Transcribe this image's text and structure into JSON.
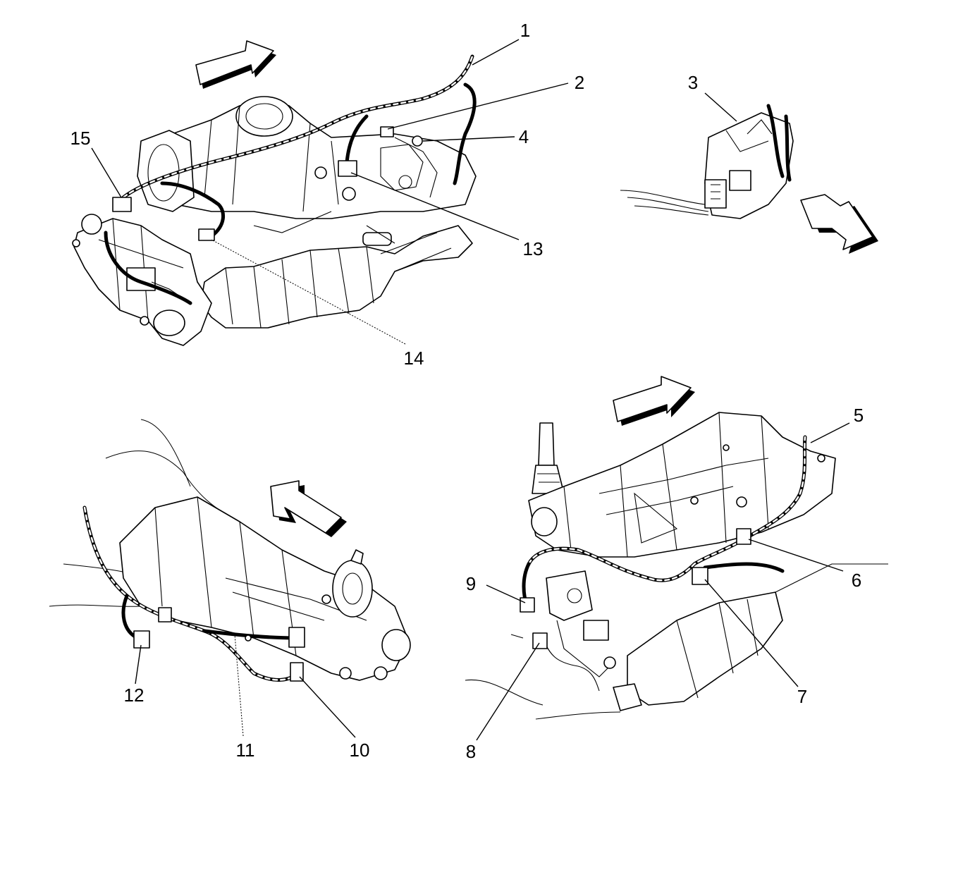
{
  "callouts": [
    {
      "id": "c1",
      "label": "1"
    },
    {
      "id": "c2",
      "label": "2"
    },
    {
      "id": "c3",
      "label": "3"
    },
    {
      "id": "c4",
      "label": "4"
    },
    {
      "id": "c5",
      "label": "5"
    },
    {
      "id": "c6",
      "label": "6"
    },
    {
      "id": "c7",
      "label": "7"
    },
    {
      "id": "c8",
      "label": "8"
    },
    {
      "id": "c9",
      "label": "9"
    },
    {
      "id": "c10",
      "label": "10"
    },
    {
      "id": "c11",
      "label": "11"
    },
    {
      "id": "c12",
      "label": "12"
    },
    {
      "id": "c13",
      "label": "13"
    },
    {
      "id": "c14",
      "label": "14"
    },
    {
      "id": "c15",
      "label": "15"
    }
  ],
  "views": [
    {
      "id": "top-left",
      "content": "automatic-transmission-harness"
    },
    {
      "id": "top-right",
      "content": "connector-detail"
    },
    {
      "id": "bottom-left",
      "content": "manual-transmission-left-view"
    },
    {
      "id": "bottom-right",
      "content": "manual-transmission-right-view"
    }
  ],
  "colors": {
    "ink": "#000000",
    "paper": "#ffffff"
  }
}
